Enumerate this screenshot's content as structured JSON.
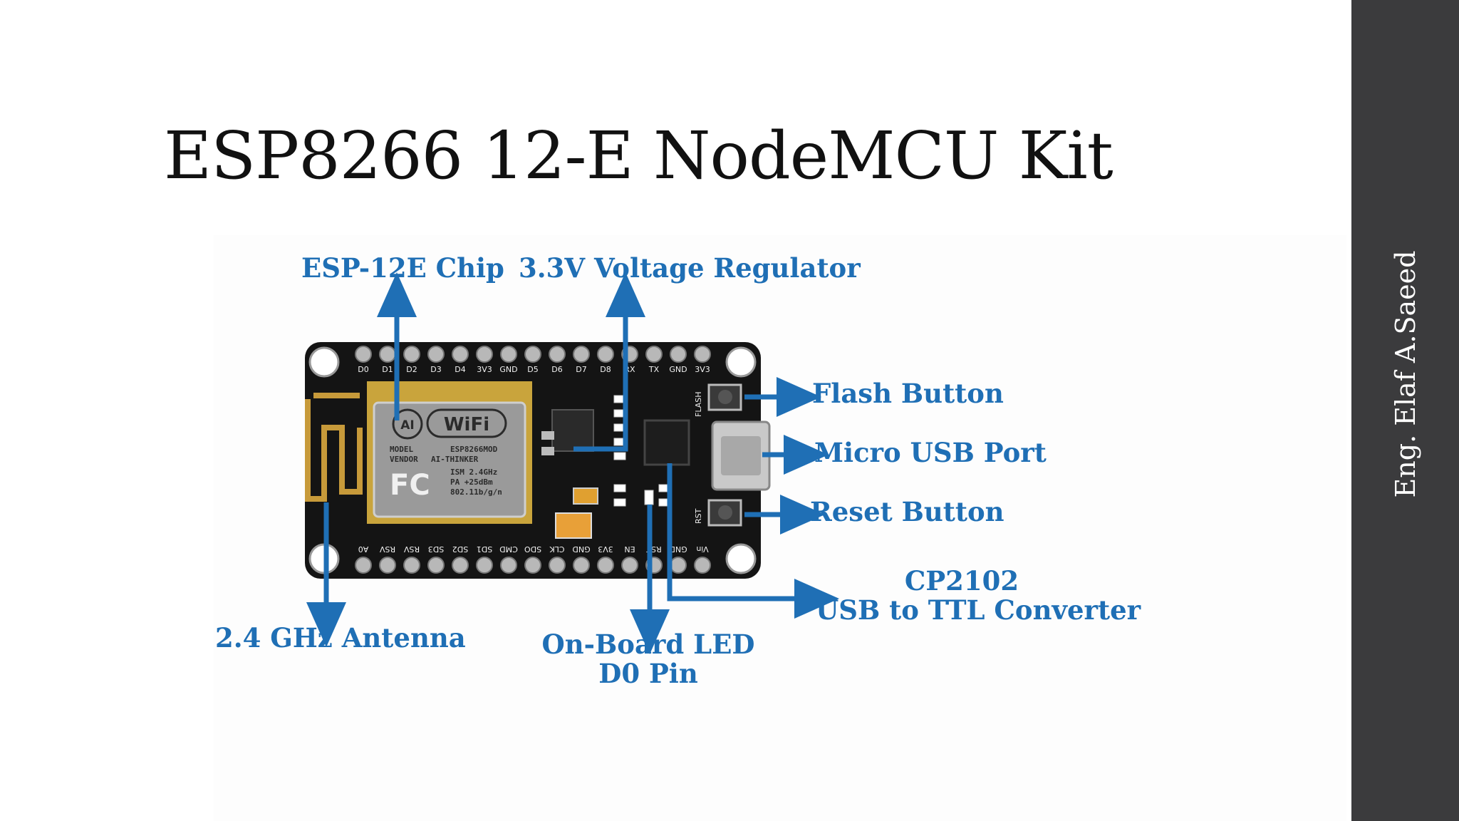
{
  "title": "ESP8266 12-E NodeMCU Kit",
  "author": "Eng. Elaf A.Saeed",
  "labels": {
    "esp_chip": "ESP-12E Chip",
    "regulator": "3.3V Voltage Regulator",
    "flash_button": "Flash Button",
    "micro_usb": "Micro USB Port",
    "reset_button": "Reset Button",
    "cp2102_line1": "CP2102",
    "cp2102_line2": "USB to TTL Converter",
    "antenna": "2.4 GHz Antenna",
    "led_line1": "On-Board LED",
    "led_line2": "D0 Pin"
  },
  "board": {
    "top_pins": [
      "D0",
      "D1",
      "D2",
      "D3",
      "D4",
      "3V3",
      "GND",
      "D5",
      "D6",
      "D7",
      "D8",
      "RX",
      "TX",
      "GND",
      "3V3"
    ],
    "bottom_pins": [
      "A0",
      "RSV",
      "RSV",
      "SD3",
      "SD2",
      "SD1",
      "CMD",
      "SDO",
      "CLK",
      "GND",
      "3V3",
      "EN",
      "RST",
      "GND",
      "Vin"
    ],
    "module_text": {
      "wifi": "WiFi",
      "model": "MODEL",
      "model_value": "ESP8266MOD",
      "vendor": "VENDOR",
      "vendor_value": "AI-THINKER",
      "fc": "FC",
      "spec1": "ISM 2.4GHz",
      "spec2": "PA +25dBm",
      "spec3": "802.11b/g/n"
    },
    "flash_silk": "FLASH",
    "rst_silk": "RST"
  },
  "colors": {
    "label_blue": "#1f6fb5",
    "sidebar": "#3b3b3d",
    "pcb": "#111111",
    "module_shield": "#9a9a9a"
  }
}
